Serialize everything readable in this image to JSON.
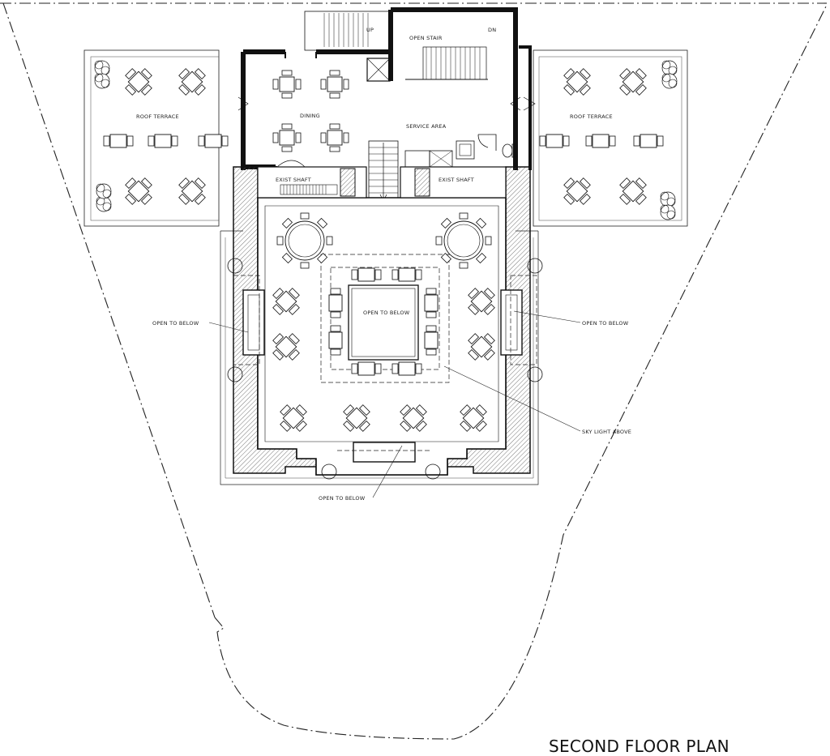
{
  "title": "SECOND FLOOR PLAN",
  "labels": {
    "open_stair": "OPEN STAIR",
    "up": "UP",
    "dn": "DN",
    "dining": "DINING",
    "service_area": "SERVICE AREA",
    "roof_terrace_left": "ROOF TERRACE",
    "roof_terrace_right": "ROOF TERRACE",
    "exist_shaft_left": "EXIST SHAFT",
    "exist_shaft_right": "EXIST SHAFT",
    "open_to_below_center": "OPEN TO BELOW",
    "open_to_below_left": "OPEN TO BELOW",
    "open_to_below_right": "OPEN TO BELOW",
    "open_to_below_bottom": "OPEN TO BELOW",
    "sky_light": "SKY LIGHT ABOVE"
  },
  "colors": {
    "line": "#111111",
    "hatch": "#555555",
    "property_line": "#222222"
  }
}
